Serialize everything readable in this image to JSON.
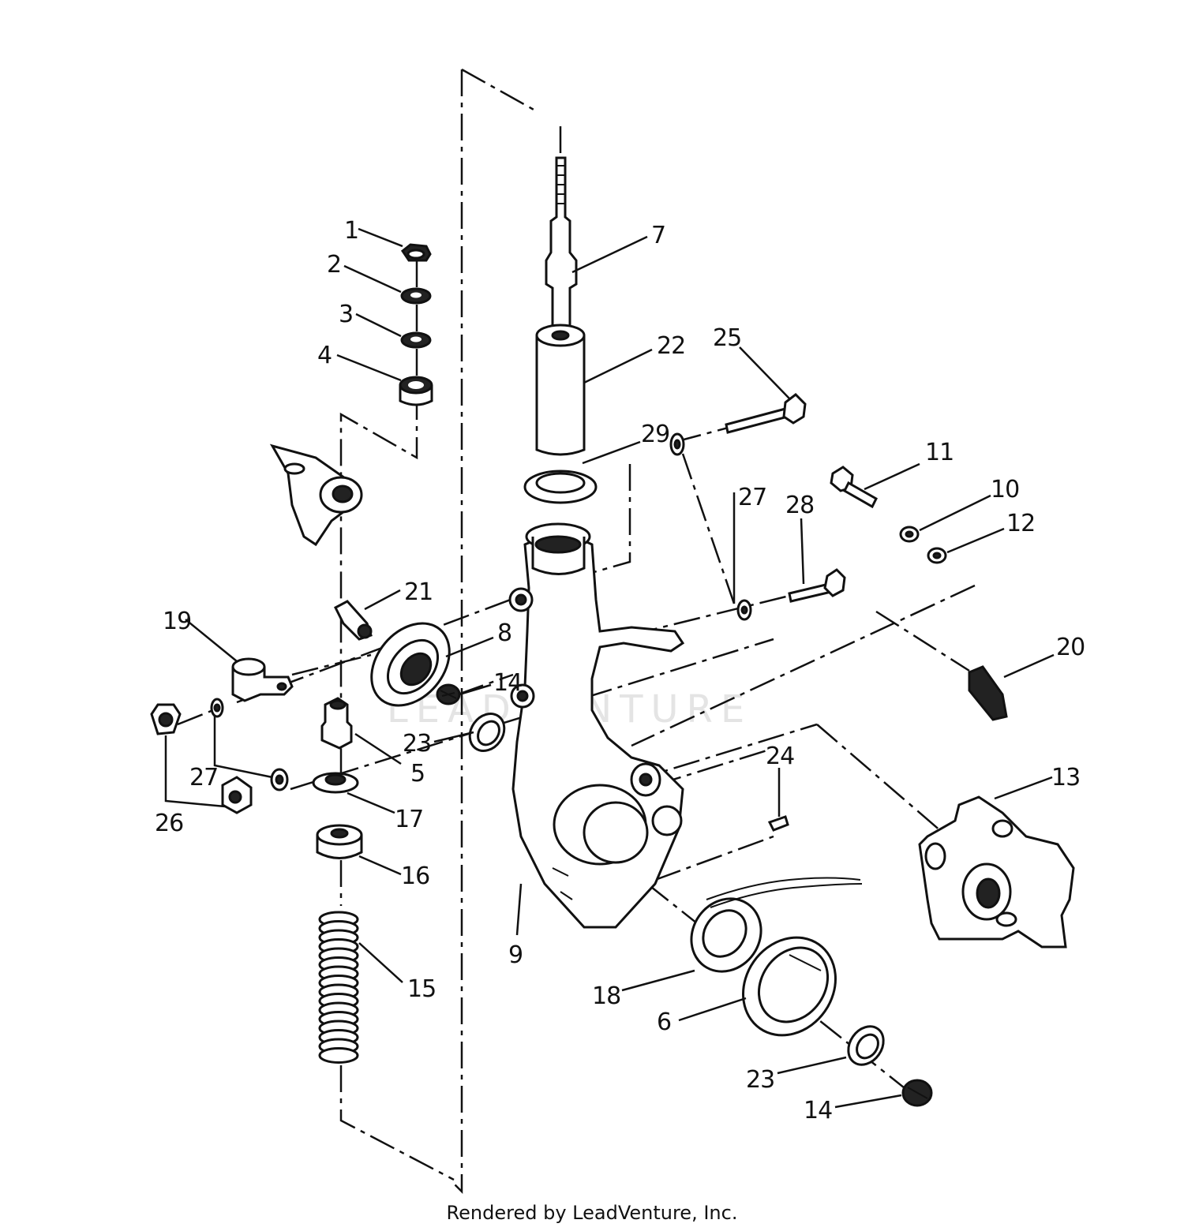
{
  "watermark": "LEADVENTURE",
  "credit": "Rendered by LeadVenture, Inc.",
  "labels": [
    {
      "id": "l1",
      "text": "1"
    },
    {
      "id": "l2",
      "text": "2"
    },
    {
      "id": "l3",
      "text": "3"
    },
    {
      "id": "l4",
      "text": "4"
    },
    {
      "id": "l5",
      "text": "5"
    },
    {
      "id": "l6",
      "text": "6"
    },
    {
      "id": "l7",
      "text": "7"
    },
    {
      "id": "l8",
      "text": "8"
    },
    {
      "id": "l9",
      "text": "9"
    },
    {
      "id": "l10",
      "text": "10"
    },
    {
      "id": "l11",
      "text": "11"
    },
    {
      "id": "l12",
      "text": "12"
    },
    {
      "id": "l13",
      "text": "13"
    },
    {
      "id": "l14a",
      "text": "14"
    },
    {
      "id": "l14b",
      "text": "14"
    },
    {
      "id": "l15",
      "text": "15"
    },
    {
      "id": "l16",
      "text": "16"
    },
    {
      "id": "l17",
      "text": "17"
    },
    {
      "id": "l18",
      "text": "18"
    },
    {
      "id": "l19",
      "text": "19"
    },
    {
      "id": "l20",
      "text": "20"
    },
    {
      "id": "l21",
      "text": "21"
    },
    {
      "id": "l22",
      "text": "22"
    },
    {
      "id": "l23a",
      "text": "23"
    },
    {
      "id": "l23b",
      "text": "23"
    },
    {
      "id": "l24",
      "text": "24"
    },
    {
      "id": "l25",
      "text": "25"
    },
    {
      "id": "l26",
      "text": "26"
    },
    {
      "id": "l27a",
      "text": "27"
    },
    {
      "id": "l27b",
      "text": "27"
    },
    {
      "id": "l28",
      "text": "28"
    },
    {
      "id": "l29",
      "text": "29"
    }
  ]
}
